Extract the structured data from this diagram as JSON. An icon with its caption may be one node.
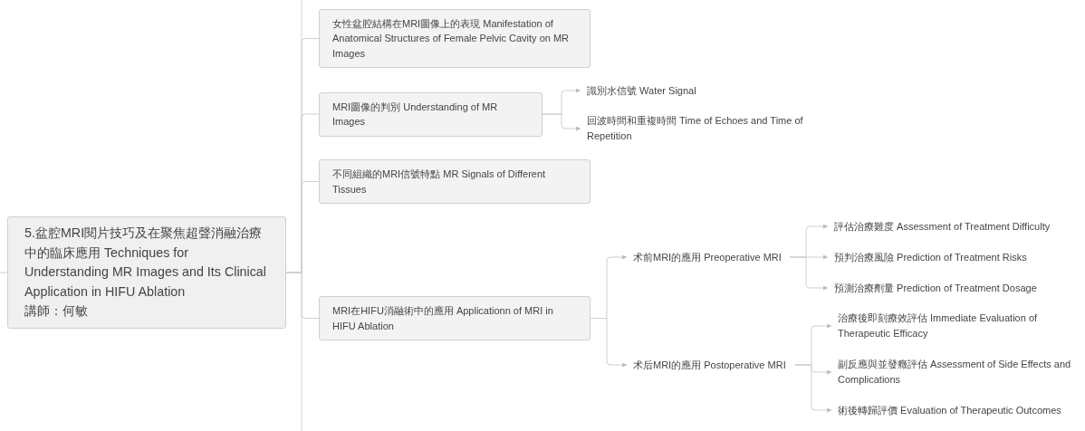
{
  "diagram": {
    "nodes": [
      {
        "text": [
          "5.盆腔MRI閱片技巧及在聚焦超聲消融治療中的臨床應用 Techniques for Understanding MR Images and Its Clinical Application in HIFU Ablation",
          "講師：何敏"
        ]
      },
      {
        "text": [
          "女性盆腔結構在MRI圖像上的表現 Manifestation of Anatomical Structures of Female Pelvic Cavity on MR Images"
        ]
      },
      {
        "text": [
          "MRI圖像的判別 Understanding of MR Images"
        ]
      },
      {
        "text": [
          "不同組織的MRI信號特點 MR Signals of Different Tissues"
        ]
      },
      {
        "text": [
          "MRI在HIFU消融術中的應用 Applicationn of MRI in HIFU Ablation"
        ]
      },
      {
        "text": [
          "識別水信號 Water Signal"
        ]
      },
      {
        "text": [
          "回波時間和重複時間 Time of Echoes and Time of Repetition"
        ]
      },
      {
        "text": [
          "术前MRI的應用 Preoperative MRI"
        ]
      },
      {
        "text": [
          "术后MRI的應用 Postoperative MRI"
        ]
      },
      {
        "text": [
          "評估治療難度 Assessment of Treatment Difficulty"
        ]
      },
      {
        "text": [
          "預判治療風險 Prediction of Treatment Risks"
        ]
      },
      {
        "text": [
          "預測治療劑量 Prediction of Treatment Dosage"
        ]
      },
      {
        "text": [
          "治療後即刻療效評估 Immediate Evaluation of Therapeutic Efficacy"
        ]
      },
      {
        "text": [
          "副反應與並發癥評估 Assessment of Side Effects and Complications"
        ]
      },
      {
        "text": [
          "術後轉歸評價 Evaluation of Therapeutic Outcomes"
        ]
      }
    ],
    "edges": [
      {
        "from": null,
        "to": 0,
        "arrow": "none"
      },
      {
        "from": 0,
        "to": 1,
        "arrow": "none"
      },
      {
        "from": 0,
        "to": 2,
        "arrow": "none"
      },
      {
        "from": 0,
        "to": 3,
        "arrow": "none"
      },
      {
        "from": 0,
        "to": 4,
        "arrow": "none"
      },
      {
        "from": 2,
        "to": 5,
        "arrow": "to"
      },
      {
        "from": 2,
        "to": 6,
        "arrow": "to"
      },
      {
        "from": 4,
        "to": 7,
        "arrow": "to"
      },
      {
        "from": 4,
        "to": 8,
        "arrow": "to"
      },
      {
        "from": 7,
        "to": 9,
        "arrow": "to"
      },
      {
        "from": 7,
        "to": 10,
        "arrow": "to"
      },
      {
        "from": 7,
        "to": 11,
        "arrow": "to"
      },
      {
        "from": 8,
        "to": 12,
        "arrow": "to"
      },
      {
        "from": 8,
        "to": 13,
        "arrow": "to"
      },
      {
        "from": 8,
        "to": 14,
        "arrow": "to"
      }
    ]
  }
}
